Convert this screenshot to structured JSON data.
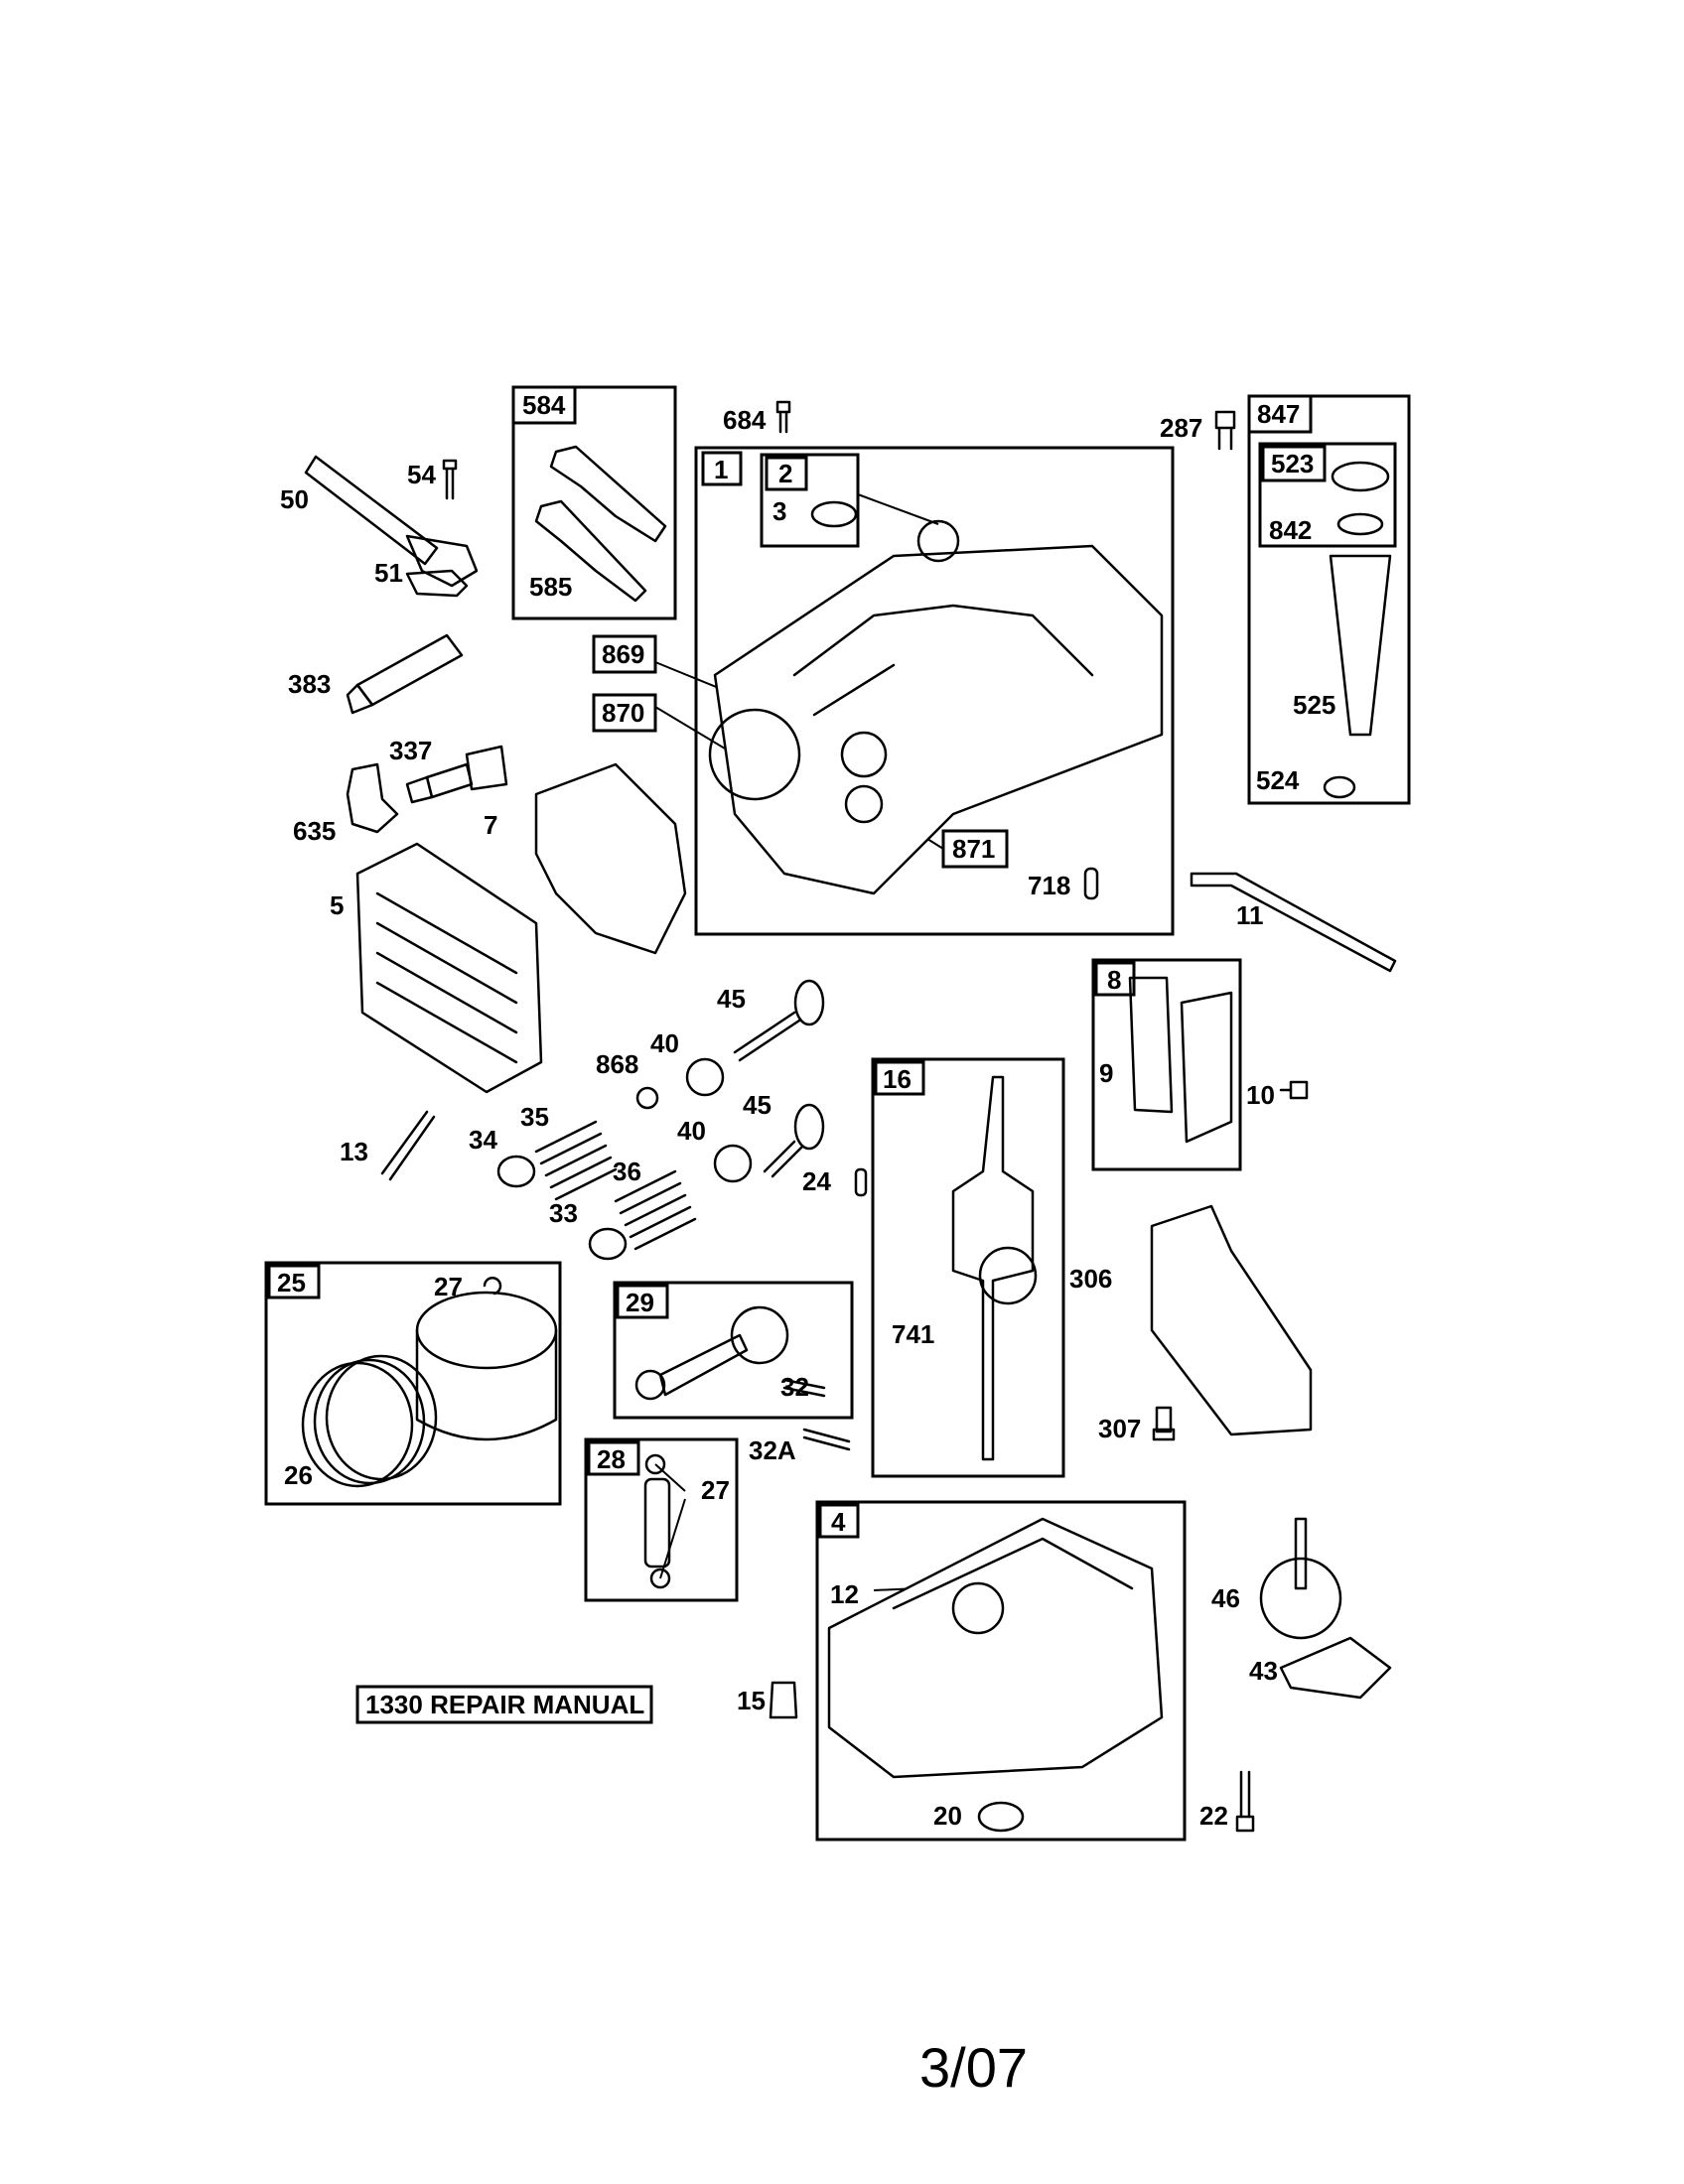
{
  "manual_label": "1330 REPAIR MANUAL",
  "footer": "3/07",
  "boxed_refs": [
    "584",
    "1",
    "2",
    "847",
    "523",
    "869",
    "870",
    "871",
    "8",
    "16",
    "25",
    "29",
    "28",
    "4"
  ],
  "part_refs": [
    "684",
    "287",
    "54",
    "50",
    "51",
    "585",
    "3",
    "842",
    "383",
    "525",
    "337",
    "524",
    "635",
    "7",
    "718",
    "11",
    "5",
    "45",
    "40",
    "868",
    "9",
    "10",
    "35",
    "34",
    "13",
    "36",
    "33",
    "24",
    "27",
    "306",
    "741",
    "32",
    "26",
    "307",
    "32A",
    "12",
    "46",
    "43",
    "15",
    "20",
    "22"
  ]
}
